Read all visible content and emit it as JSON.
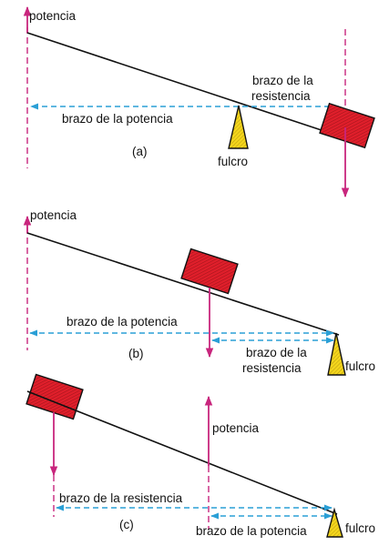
{
  "colors": {
    "lever": "#111111",
    "force": "#c8267d",
    "arm": "#2a9fd6",
    "weight": "#d21f26",
    "fulcrum": "#f2d21e"
  },
  "icons": {
    "weight": "red-block-icon",
    "fulcrum": "yellow-triangle-icon"
  },
  "panels": [
    {
      "id": "a",
      "label": "(a)",
      "effort": "potencia",
      "fulcrum": "fulcro",
      "effort_arm": "brazo de la potencia",
      "load_arm_line1": "brazo de la",
      "load_arm_line2": "resistencia"
    },
    {
      "id": "b",
      "label": "(b)",
      "effort": "potencia",
      "fulcrum": "fulcro",
      "effort_arm": "brazo de la potencia",
      "load_arm_line1": "brazo de la",
      "load_arm_line2": "resistencia"
    },
    {
      "id": "c",
      "label": "(c)",
      "effort": "potencia",
      "fulcrum": "fulcro",
      "load_arm": "brazo de la resistencia",
      "effort_arm": "brazo de la potencia"
    }
  ]
}
